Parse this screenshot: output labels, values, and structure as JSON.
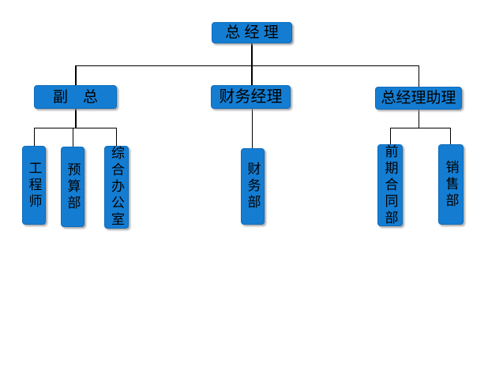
{
  "diagram": {
    "type": "org-chart",
    "colors": {
      "node_fill": "#147dd2",
      "node_text": "#000000",
      "connector": "#000000",
      "background": "#ffffff"
    },
    "nodes": {
      "gm": {
        "label": "总 经 理",
        "level": 1
      },
      "vp": {
        "label": "副　总",
        "level": 2,
        "parent": "gm"
      },
      "finance_mgr": {
        "label": "财务经理",
        "level": 2,
        "parent": "gm"
      },
      "gm_assistant": {
        "label": "总经理助理",
        "level": 2,
        "parent": "gm"
      },
      "engineer": {
        "label": "工程师",
        "level": 3,
        "parent": "vp"
      },
      "budget_dept": {
        "label": "预算部",
        "level": 3,
        "parent": "vp"
      },
      "general_office": {
        "label": "综合办公室",
        "level": 3,
        "parent": "vp"
      },
      "finance_dept": {
        "label": "财务部",
        "level": 3,
        "parent": "finance_mgr"
      },
      "precontract_dept": {
        "label": "前期合同部",
        "level": 3,
        "parent": "gm_assistant"
      },
      "sales_dept": {
        "label": "销售部",
        "level": 3,
        "parent": "gm_assistant"
      }
    }
  }
}
